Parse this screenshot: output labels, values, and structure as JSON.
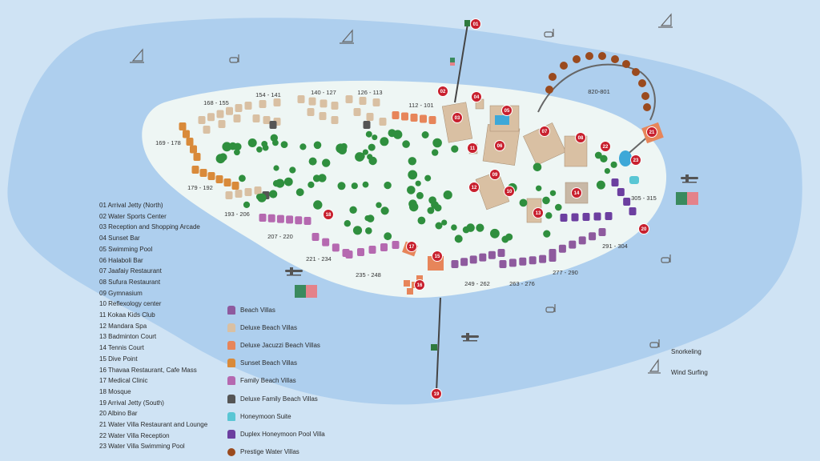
{
  "colors": {
    "ocean": "#cfe3f4",
    "lagoon": "#aecfee",
    "island": "#eef6f4",
    "beach": "#8e5a9e",
    "deluxe_beach": "#d9c0a3",
    "deluxe_jacuzzi": "#e7855a",
    "sunset_beach": "#d98a3a",
    "family_beach": "#b569b0",
    "deluxe_family": "#555555",
    "honeymoon": "#59c6d4",
    "duplex_honeymoon": "#6c3fa0",
    "prestige_water": "#9a4a1e",
    "pin": "#c8202e",
    "palm": "#2f8f3e"
  },
  "villa_ranges": [
    "168 - 155",
    "154 - 141",
    "140 - 127",
    "126 - 113",
    "112 - 101",
    "169 - 178",
    "179 - 192",
    "193 - 206",
    "207 - 220",
    "221 - 234",
    "235 - 248",
    "249 - 262",
    "263 - 276",
    "277 - 290",
    "291 - 304",
    "305 - 315",
    "820-801"
  ],
  "pins": [
    "01",
    "02",
    "03",
    "04",
    "05",
    "06",
    "07",
    "08",
    "09",
    "10",
    "11",
    "12",
    "13",
    "14",
    "15",
    "16",
    "17",
    "18",
    "19",
    "20",
    "21",
    "22",
    "23"
  ],
  "facilities": [
    "01 Arrival Jetty (North)",
    "02 Water Sports Center",
    "03 Reception and Shopping Arcade",
    "04 Sunset Bar",
    "05 Swimming Pool",
    "06 Halaboli Bar",
    "07 Jaafaiy Restaurant",
    "08 Sufura Restaurant",
    "09 Gymnasium",
    "10 Reflexology center",
    "11 Kokaa Kids Club",
    "12 Mandara Spa",
    "13 Badminton Court",
    "14 Tennis Court",
    "15 Dive Point",
    "16 Thavaa Restaurant, Cafe Mass",
    "17 Medical Clinic",
    "18 Mosque",
    "19 Arrival Jetty (South)",
    "20 Albino Bar",
    "21 Water Villa Restaurant and Lounge",
    "22 Water Villa Reception",
    "23 Water Villa Swimming Pool"
  ],
  "villa_types": [
    {
      "label": "Beach Villas",
      "color": "#8e5a9e"
    },
    {
      "label": "Deluxe Beach Villas",
      "color": "#d9c0a3"
    },
    {
      "label": "Deluxe Jacuzzi Beach Villas",
      "color": "#e7855a"
    },
    {
      "label": "Sunset Beach Villas",
      "color": "#d98a3a"
    },
    {
      "label": "Family Beach Villas",
      "color": "#b569b0"
    },
    {
      "label": "Deluxe Family Beach Villas",
      "color": "#555555"
    },
    {
      "label": "Honeymoon Suite",
      "color": "#59c6d4"
    },
    {
      "label": "Duplex Honeymoon Pool Villa",
      "color": "#6c3fa0"
    },
    {
      "label": "Prestige Water Villas",
      "color": "#9a4a1e"
    }
  ],
  "activities": [
    {
      "label": "Snorkeling",
      "icon": "snorkel-icon"
    },
    {
      "label": "Wind Surfing",
      "icon": "windsurf-icon"
    }
  ]
}
